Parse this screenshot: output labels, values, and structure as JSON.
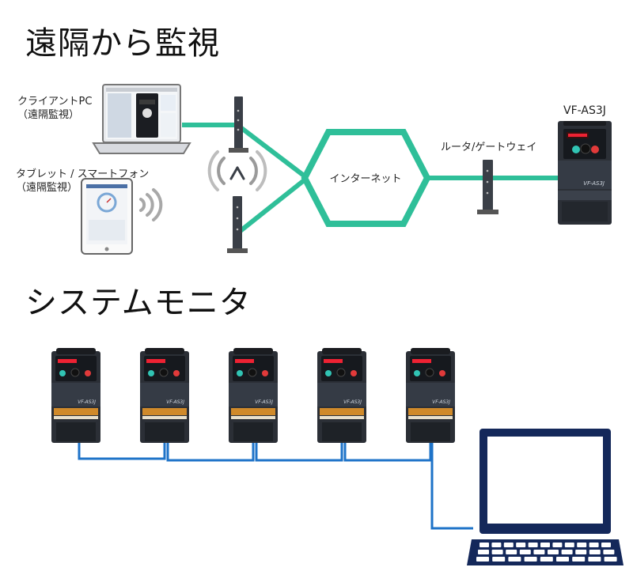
{
  "section_remote": {
    "title": "遠隔から監視"
  },
  "section_system": {
    "title": "システムモニタ"
  },
  "devices": {
    "client_pc": {
      "line1": "クライアントPC",
      "line2": "（遠隔監視）"
    },
    "tablet": {
      "line1": "タブレット / スマートフォン",
      "line2": "（遠隔監視）"
    },
    "internet": "インターネット",
    "router": "ルータ/ゲートウェイ",
    "drive": "VF-AS3J",
    "drive_face_label": "VF-AS3J"
  },
  "colors": {
    "network_green": "#2fbf99",
    "bus_blue": "#1e73c8",
    "laptop_navy": "#14285a",
    "drive_body": "#2b2f36",
    "drive_panel": "#16191e"
  }
}
